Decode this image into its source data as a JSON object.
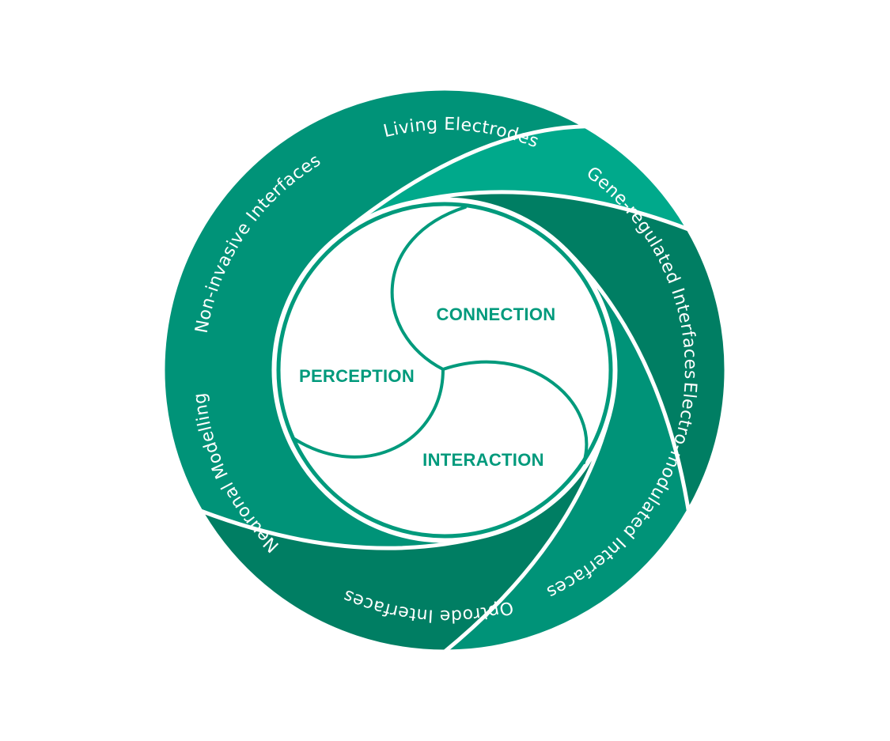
{
  "colors": {
    "dark_green": "#007e63",
    "light_green": "#00a98b",
    "mid_green": "#009378",
    "core_text": "#009a7c",
    "core_fill": "#ffffff",
    "divider": "#ffffff"
  },
  "ring": {
    "bands": [
      {
        "label": "Living Electrodes",
        "tone": "dark"
      },
      {
        "label": "Gene-regulated Interfaces",
        "tone": "light"
      },
      {
        "label": "Electro-modulated Interfaces",
        "tone": "dark"
      },
      {
        "label": "Optrode Interfaces",
        "tone": "mid"
      },
      {
        "label": "Neuronal  Modelling",
        "tone": "dark"
      },
      {
        "label": "Non-invasive Interfaces",
        "tone": "mid"
      }
    ]
  },
  "core": {
    "sections": [
      {
        "label": "CONNECTION"
      },
      {
        "label": "PERCEPTION"
      },
      {
        "label": "INTERACTION"
      }
    ]
  }
}
